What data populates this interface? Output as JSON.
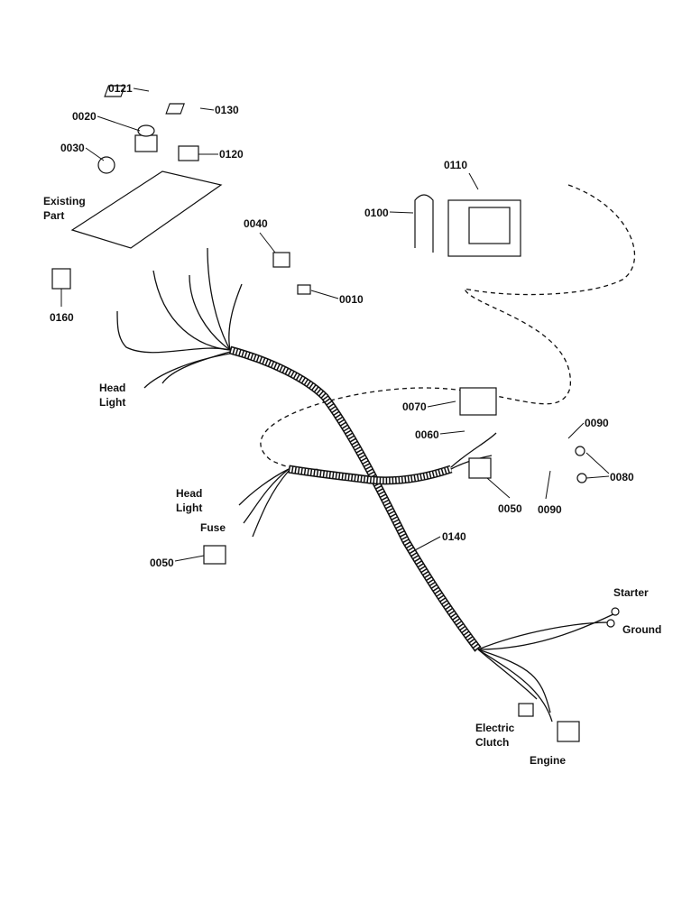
{
  "callouts": {
    "c0121": "0121",
    "c0130": "0130",
    "c0020": "0020",
    "c0120": "0120",
    "c0030": "0030",
    "existing_part_1": "Existing",
    "existing_part_2": "Part",
    "c0110": "0110",
    "c0100": "0100",
    "c0040": "0040",
    "c0010": "0010",
    "c0160": "0160",
    "head_light_a_1": "Head",
    "head_light_a_2": "Light",
    "c0070": "0070",
    "c0060": "0060",
    "c0090_a": "0090",
    "c0080": "0080",
    "c0050_a": "0050",
    "c0090_b": "0090",
    "head_light_b_1": "Head",
    "head_light_b_2": "Light",
    "fuse": "Fuse",
    "c0050_b": "0050",
    "c0140": "0140",
    "starter": "Starter",
    "ground": "Ground",
    "electric_clutch_1": "Electric",
    "electric_clutch_2": "Clutch",
    "engine": "Engine"
  }
}
